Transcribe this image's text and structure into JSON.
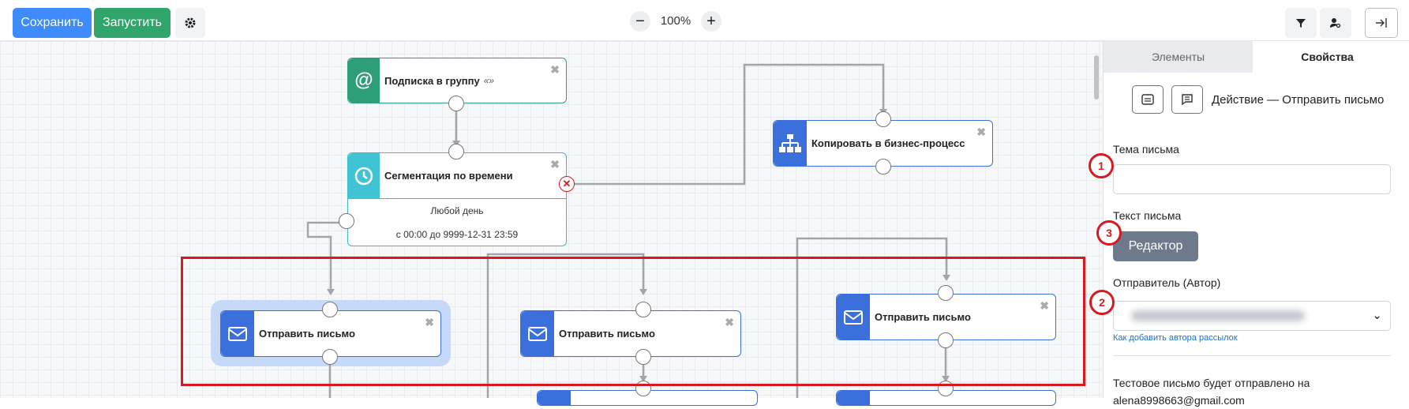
{
  "toolbar": {
    "save_label": "Сохранить",
    "run_label": "Запустить",
    "zoom_minus": "−",
    "zoom_plus": "+",
    "zoom_level": "100%",
    "icons": [
      "gear-icon",
      "filter-icon",
      "user-search-icon",
      "collapse-panel-icon"
    ]
  },
  "nodes": {
    "subscribe": {
      "label": "Подписка в группу",
      "suffix": "«»",
      "icon": "at-icon",
      "color": "#2e9e78"
    },
    "segmentation": {
      "label": "Сегментация по времени",
      "icon": "clock-icon",
      "color": "#3fc3d5",
      "line1": "Любой день",
      "line2": "с 00:00 до 9999-12-31 23:59"
    },
    "copy": {
      "label": "Копировать в бизнес-процесс",
      "icon": "hierarchy-icon",
      "color": "#3a6fdc"
    },
    "send1": {
      "label": "Отправить письмо",
      "icon": "mail-icon",
      "color": "#3a6fdc"
    },
    "send2": {
      "label": "Отправить письмо",
      "icon": "mail-icon",
      "color": "#3a6fdc"
    },
    "send3": {
      "label": "Отправить письмо",
      "icon": "mail-icon",
      "color": "#3a6fdc"
    },
    "close": "✖"
  },
  "panel": {
    "tabs": [
      "Элементы",
      "Свойства"
    ],
    "action_label": "Действие — Отправить письмо",
    "subject_label": "Тема письма",
    "subject_value": "",
    "body_label": "Текст письма",
    "editor_button": "Редактор",
    "sender_label": "Отправитель (Автор)",
    "sender_link": "Как добавить автора рассылок",
    "test_note": "Тестовое письмо будет отправлено на",
    "test_email": "alena8998663@gmail.com"
  },
  "annotations": [
    "1",
    "3",
    "2"
  ],
  "colors": {
    "accent_red": "#d8191f",
    "primary": "#3d8bfd",
    "success": "#2fa56c"
  }
}
